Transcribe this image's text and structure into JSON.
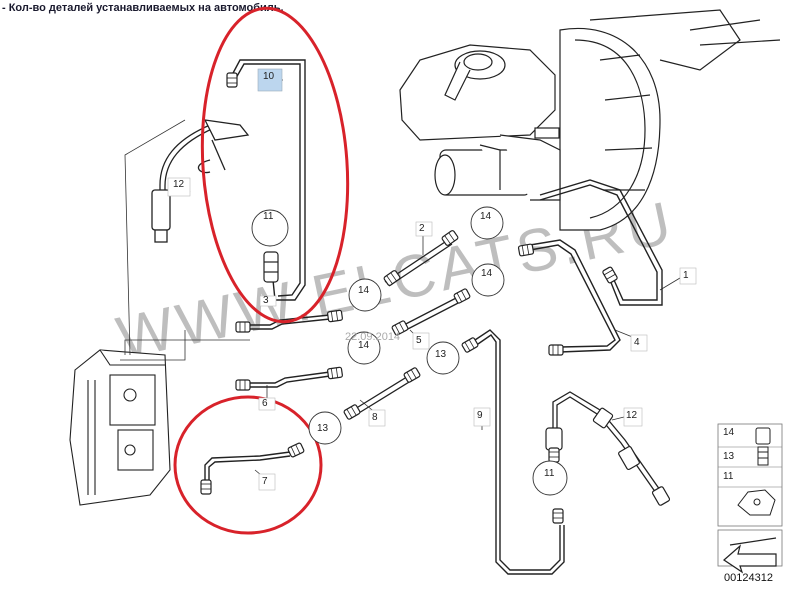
{
  "header": {
    "title": "- Кол-во деталей устанавливаемых на автомобиль."
  },
  "watermark": "WWW.ELCATS.RU",
  "date_stamp": "22.09.2014",
  "catalog_number": "00124312",
  "callouts": {
    "c1": "1",
    "c2": "2",
    "c3": "3",
    "c4": "4",
    "c5": "5",
    "c6": "6",
    "c7": "7",
    "c8": "8",
    "c9": "9",
    "c10": "10",
    "c11a": "11",
    "c11b": "11",
    "c12a": "12",
    "c12b": "12",
    "c13a": "13",
    "c13b": "13",
    "c14a": "14",
    "c14b": "14",
    "c14c": "14",
    "c14d": "14"
  },
  "legend": {
    "l14": "14",
    "l13": "13",
    "l11": "11"
  },
  "colors": {
    "highlight_ring": "#d8222a",
    "selected_callout_bg": "#bcd6ee",
    "line": "#222222"
  }
}
